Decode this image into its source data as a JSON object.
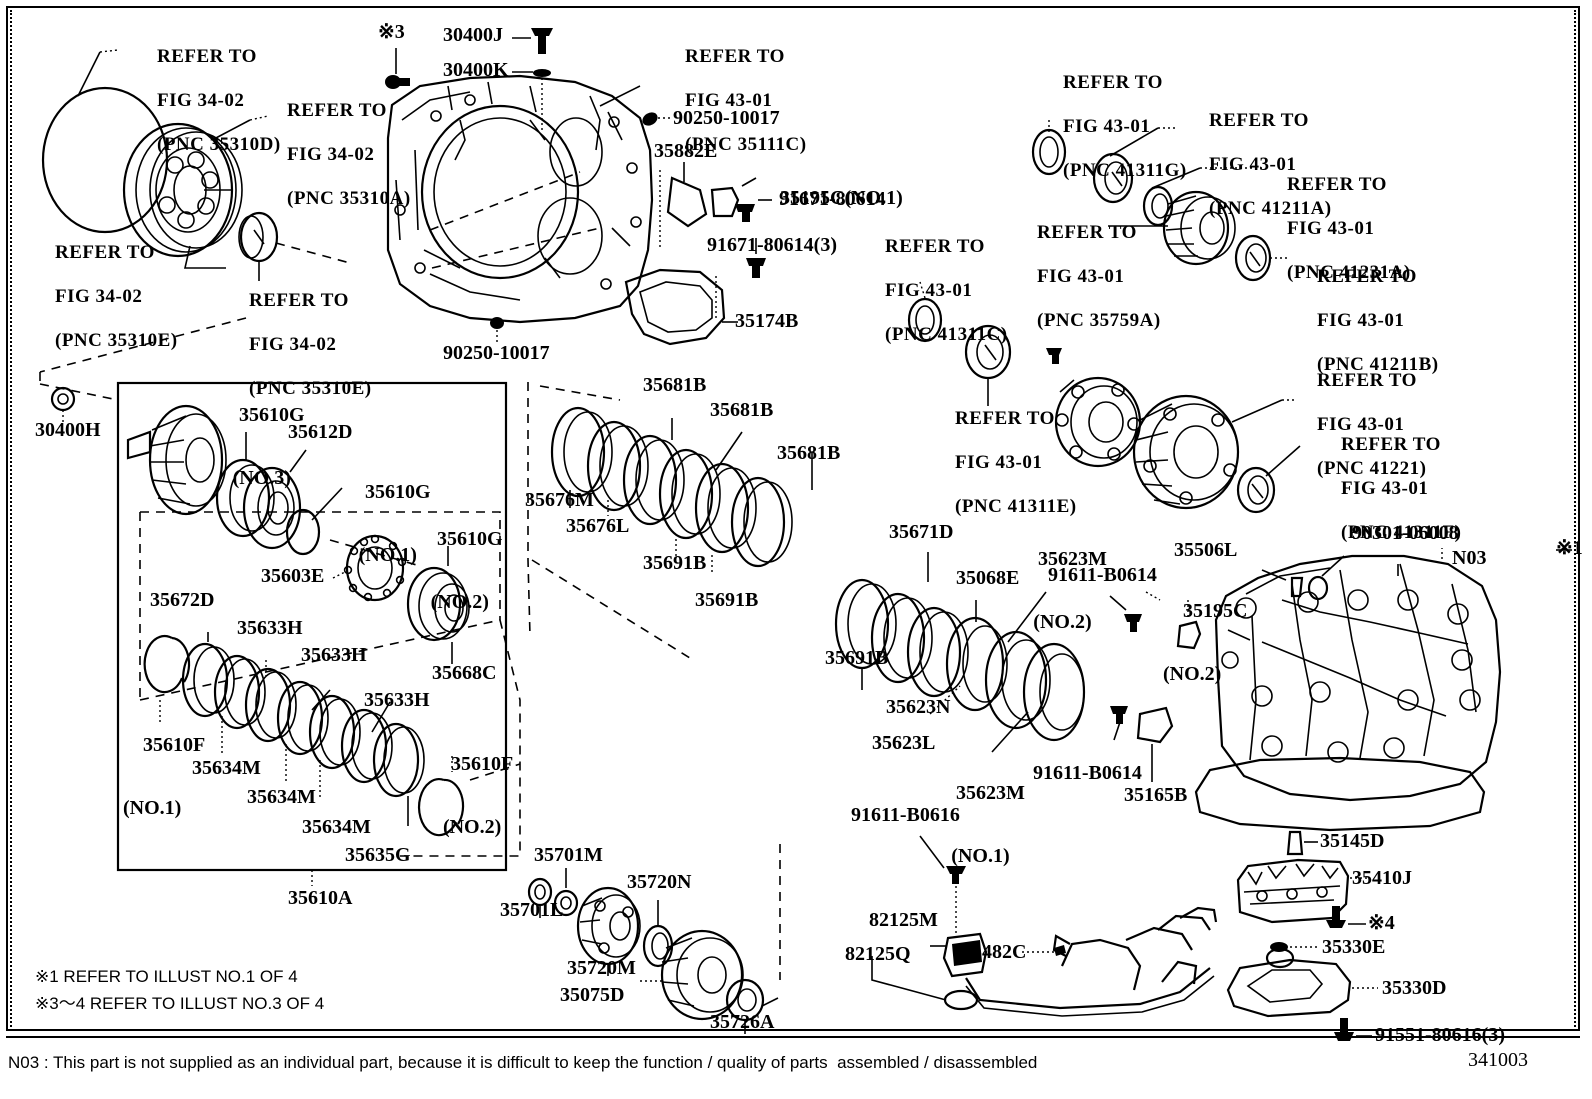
{
  "meta": {
    "diagram_number": "341003",
    "footer_note": "N03 : This part is not supplied as an individual part, because it is difficult to keep the function / quality of parts  assembled / disassembled",
    "legend_1": "※1 REFER TO ILLUST NO.1 OF 4",
    "legend_2": "※3～4 REFER TO ILLUST NO.3 OF 4"
  },
  "markers": {
    "star1": "※1",
    "star3": "※3",
    "star4": "※4",
    "n03": "N03"
  },
  "refer_blocks": [
    {
      "id": "r_35310D",
      "line1": "REFER TO",
      "line2": "FIG 34-02",
      "line3": "(PNC 35310D)"
    },
    {
      "id": "r_35310A",
      "line1": "REFER TO",
      "line2": "FIG 34-02",
      "line3": "(PNC 35310A)"
    },
    {
      "id": "r_35310E_left",
      "line1": "REFER TO",
      "line2": "FIG 34-02",
      "line3": "(PNC 35310E)"
    },
    {
      "id": "r_35310E_mid",
      "line1": "REFER TO",
      "line2": "FIG 34-02",
      "line3": "(PNC 35310E)"
    },
    {
      "id": "r_35111C",
      "line1": "REFER TO",
      "line2": "FIG 43-01",
      "line3": "(PNC 35111C)"
    },
    {
      "id": "r_41311G",
      "line1": "REFER TO",
      "line2": "FIG 43-01",
      "line3": "(PNC 41311G)"
    },
    {
      "id": "r_41211A",
      "line1": "REFER TO",
      "line2": "FIG 43-01",
      "line3": "(PNC 41211A)"
    },
    {
      "id": "r_41231A",
      "line1": "REFER TO",
      "line2": "FIG 43-01",
      "line3": "(PNC 41231A)"
    },
    {
      "id": "r_35759A",
      "line1": "REFER TO",
      "line2": "FIG 43-01",
      "line3": "(PNC 35759A)"
    },
    {
      "id": "r_41211B",
      "line1": "REFER TO",
      "line2": "FIG 43-01",
      "line3": "(PNC 41211B)"
    },
    {
      "id": "r_41311C",
      "line1": "REFER TO",
      "line2": "FIG 43-01",
      "line3": "(PNC 41311C)"
    },
    {
      "id": "r_41311E",
      "line1": "REFER TO",
      "line2": "FIG 43-01",
      "line3": "(PNC 41311E)"
    },
    {
      "id": "r_41221",
      "line1": "REFER TO",
      "line2": "FIG 43-01",
      "line3": "(PNC 41221)"
    },
    {
      "id": "r_41311F",
      "line1": "REFER TO",
      "line2": "FIG 43-01",
      "line3": "(PNC 41311F)"
    }
  ],
  "part_labels": [
    {
      "id": "p30400J",
      "code": "30400J"
    },
    {
      "id": "p30400K",
      "code": "30400K"
    },
    {
      "id": "p90250a",
      "code": "90250-10017"
    },
    {
      "id": "p90250b",
      "code": "90250-10017"
    },
    {
      "id": "p35882E",
      "code": "35882E"
    },
    {
      "id": "p35195C1",
      "code": "35195C",
      "sub": "(NO.1)"
    },
    {
      "id": "p91671a",
      "code": "91671-80614"
    },
    {
      "id": "p91671b",
      "code": "91671-80614(3)"
    },
    {
      "id": "p35174B",
      "code": "35174B"
    },
    {
      "id": "p30400H",
      "code": "30400H"
    },
    {
      "id": "p35610G3",
      "code": "35610G",
      "sub": "(NO.3)"
    },
    {
      "id": "p35612D",
      "code": "35612D"
    },
    {
      "id": "p35610G1",
      "code": "35610G",
      "sub": "(NO.1)"
    },
    {
      "id": "p35610G2",
      "code": "35610G",
      "sub": "(NO.2)"
    },
    {
      "id": "p35603E",
      "code": "35603E"
    },
    {
      "id": "p35672D",
      "code": "35672D"
    },
    {
      "id": "p35633Ha",
      "code": "35633H"
    },
    {
      "id": "p35633Hb",
      "code": "35633H"
    },
    {
      "id": "p35633Hc",
      "code": "35633H"
    },
    {
      "id": "p35668C",
      "code": "35668C"
    },
    {
      "id": "p35610F1",
      "code": "35610F",
      "sub": "(NO.1)"
    },
    {
      "id": "p35610F2",
      "code": "35610F",
      "sub": "(NO.2)"
    },
    {
      "id": "p35634Ma",
      "code": "35634M"
    },
    {
      "id": "p35634Mb",
      "code": "35634M"
    },
    {
      "id": "p35634Mc",
      "code": "35634M"
    },
    {
      "id": "p35635G",
      "code": "35635G"
    },
    {
      "id": "p35610A",
      "code": "35610A"
    },
    {
      "id": "p35676M",
      "code": "35676M"
    },
    {
      "id": "p35676L",
      "code": "35676L"
    },
    {
      "id": "p35681Ba",
      "code": "35681B"
    },
    {
      "id": "p35681Bb",
      "code": "35681B"
    },
    {
      "id": "p35681Bc",
      "code": "35681B"
    },
    {
      "id": "p35691Ba",
      "code": "35691B"
    },
    {
      "id": "p35691Bb",
      "code": "35691B"
    },
    {
      "id": "p35691Bc",
      "code": "35691B"
    },
    {
      "id": "p35671D",
      "code": "35671D"
    },
    {
      "id": "p35068E",
      "code": "35068E"
    },
    {
      "id": "p35623M2",
      "code": "35623M",
      "sub": "(NO.2)"
    },
    {
      "id": "p35623M1",
      "code": "35623M",
      "sub": "(NO.1)"
    },
    {
      "id": "p35623N",
      "code": "35623N"
    },
    {
      "id": "p35623L",
      "code": "35623L"
    },
    {
      "id": "p91611a",
      "code": "91611-B0614"
    },
    {
      "id": "p91611b",
      "code": "91611-B0614"
    },
    {
      "id": "p91611c",
      "code": "91611-B0616"
    },
    {
      "id": "p35195C2",
      "code": "35195C",
      "sub": "(NO.2)"
    },
    {
      "id": "p35165B",
      "code": "35165B"
    },
    {
      "id": "p35506L",
      "code": "35506L"
    },
    {
      "id": "p90301",
      "code": "90301-06008"
    },
    {
      "id": "p35145D",
      "code": "35145D"
    },
    {
      "id": "p35410J",
      "code": "35410J"
    },
    {
      "id": "p35330E",
      "code": "35330E"
    },
    {
      "id": "p35330D",
      "code": "35330D"
    },
    {
      "id": "p91551",
      "code": "91551-80616(3)"
    },
    {
      "id": "p35701M",
      "code": "35701M"
    },
    {
      "id": "p35701L",
      "code": "35701L"
    },
    {
      "id": "p35720N",
      "code": "35720N"
    },
    {
      "id": "p35720M",
      "code": "35720M"
    },
    {
      "id": "p35075D",
      "code": "35075D"
    },
    {
      "id": "p35726A",
      "code": "35726A"
    },
    {
      "id": "p82125M",
      "code": "82125M"
    },
    {
      "id": "p82125Q",
      "code": "82125Q"
    },
    {
      "id": "p35482C",
      "code": "35482C"
    }
  ]
}
